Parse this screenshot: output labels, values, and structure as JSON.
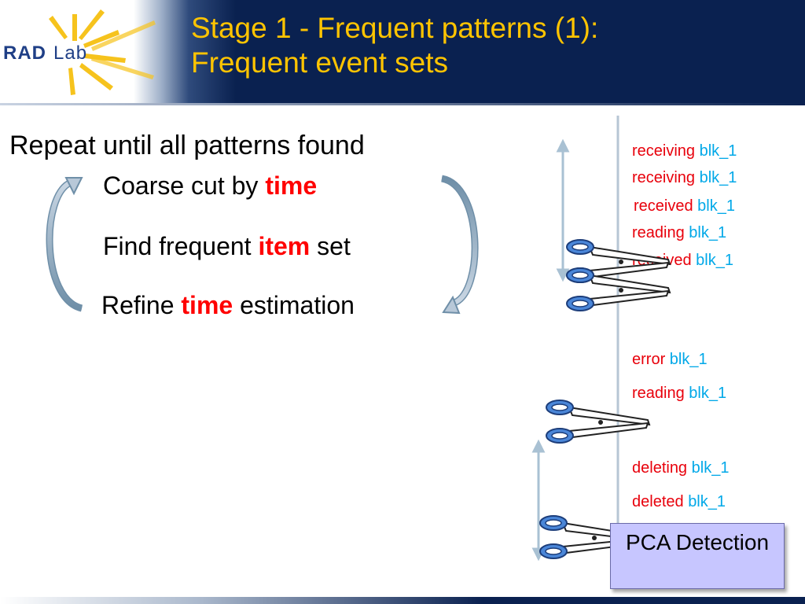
{
  "header": {
    "logo_text": "RAD Lab",
    "title_line1": "Stage 1 - Frequent patterns (1):",
    "title_line2": "Frequent event sets"
  },
  "cycle": {
    "intro": "Repeat until all patterns found",
    "steps": [
      {
        "before": "Coarse cut by ",
        "keyword": "time",
        "after": ""
      },
      {
        "before": "Find frequent ",
        "keyword": "item",
        "after": " set"
      },
      {
        "before": "Refine ",
        "keyword": "time",
        "after": " estimation"
      }
    ]
  },
  "timeline": {
    "events": [
      {
        "action": "receiving",
        "block": "blk_1"
      },
      {
        "action": "receiving",
        "block": "blk_1"
      },
      {
        "action": "received",
        "block": "blk_1"
      },
      {
        "action": "reading",
        "block": "blk_1"
      },
      {
        "action": "received",
        "block": "blk_1"
      },
      {
        "action": "error",
        "block": "blk_1"
      },
      {
        "action": "reading",
        "block": "blk_1"
      },
      {
        "action": "deleting",
        "block": "blk_1"
      },
      {
        "action": "deleted",
        "block": "blk_1"
      }
    ],
    "detector_label": "PCA Detection"
  },
  "colors": {
    "title": "#ffc400",
    "keyword": "#ff0000",
    "action": "#e8000b",
    "block": "#00a8e8",
    "scissors": "#4a86d8",
    "pca_box": "#c7c6ff"
  }
}
